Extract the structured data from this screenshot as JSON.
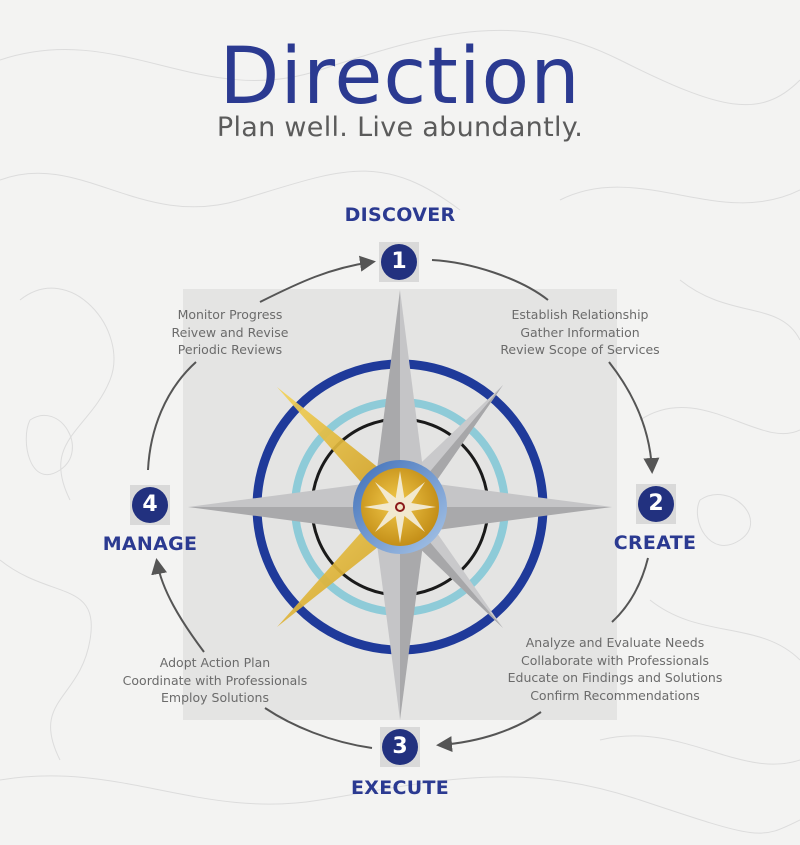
{
  "header": {
    "title": "Direction",
    "tagline": "Plan well. Live abundantly."
  },
  "colors": {
    "brand_navy": "#2b3a91",
    "badge_navy": "#22317f",
    "ring_navy": "#1f3a9a",
    "ring_light_blue": "#8ecbd8",
    "gold": "#e7b62a",
    "silver": "#b9b9bb",
    "text_gray": "#6b6b6b"
  },
  "steps": [
    {
      "number": "1",
      "label": "DISCOVER",
      "actions": [
        "Establish Relationship",
        "Gather Information",
        "Review Scope of Services"
      ]
    },
    {
      "number": "2",
      "label": "CREATE",
      "actions": [
        "Analyze and Evaluate Needs",
        "Collaborate with Professionals",
        "Educate on Findings and Solutions",
        "Confirm Recommendations"
      ]
    },
    {
      "number": "3",
      "label": "EXECUTE",
      "actions": [
        "Adopt Action Plan",
        "Coordinate with Professionals",
        "Employ Solutions"
      ]
    },
    {
      "number": "4",
      "label": "MANAGE",
      "actions": [
        "Monitor Progress",
        "Reivew and Revise",
        "Periodic Reviews"
      ]
    }
  ],
  "icons": {
    "center": "compass-rose-icon",
    "cycle": "arrow-icon"
  }
}
